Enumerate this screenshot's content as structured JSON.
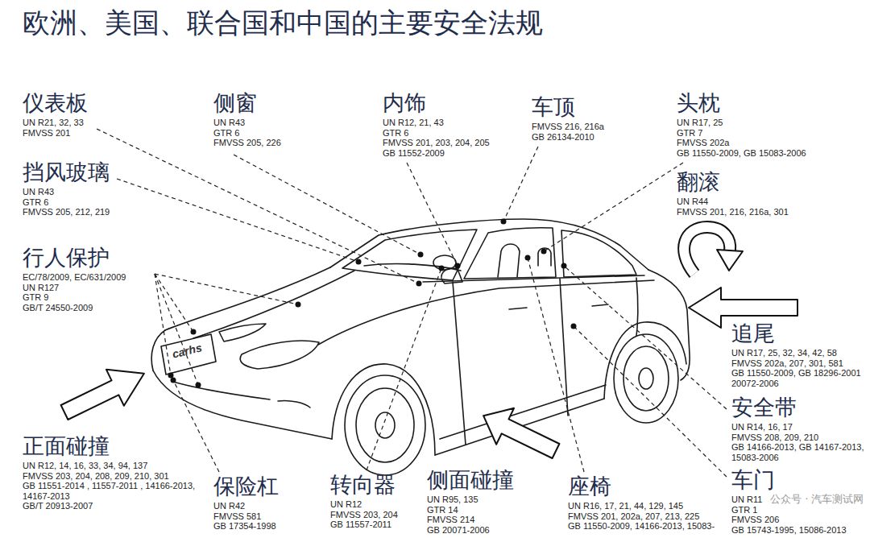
{
  "diagram": {
    "title": "欧洲、美国、联合国和中国的主要安全法规",
    "labels": [
      "仪表板",
      "UN R21, 32, 33",
      "FMVSS 201",
      "侧窗",
      "UN R43",
      "GTR 6",
      "FMVSS 205, 226",
      "内饰",
      "UN R12, 21, 43",
      "GTR 6",
      "FMVSS 201, 203, 204, 205",
      "GB 11552-2009",
      "车顶",
      "FMVSS 216, 216a",
      "GB 26134-2010",
      "头枕",
      "UN R17, 25",
      "GTR 7",
      "FMVSS 202a",
      "GB 11550-2009, GB 15083-2006",
      "挡风玻璃",
      "UN R43",
      "GTR 6",
      "FMVSS 205, 212, 219",
      "翻滚",
      "UN R44",
      "FMVSS 201, 216, 216a, 301",
      "行人保护",
      "EC/78/2009, EC/631/2009",
      "UN R127",
      "GTR 9",
      "GB/T 24550-2009",
      "carhs",
      "追尾",
      "UN R17, 25, 32, 34, 42, 58",
      "FMVSS 202a, 207, 301, 581",
      "GB 11550-2009, GB 18296-2001",
      "20072-2006",
      "安全带",
      "UN R14, 16, 17",
      "FMVSS 208, 209, 210",
      "GB 14166-2013, GB 14167-2013,",
      "15083-2006",
      "正面碰撞",
      "UN R12, 14, 16, 33, 34, 94, 137",
      "FMVSS 203, 204, 208, 209, 210, 301",
      "GB 11551-2014 , 11557-2011 , 14166-2013,",
      "14167-2013",
      "GB/T 20913-2007",
      "保险杠",
      "UN R42",
      "FMVSS 581",
      "GB 17354-1998",
      "转向器",
      "UN R12",
      "FMVSS 203, 204",
      "GB 11557-2011",
      "侧面碰撞",
      "UN R95, 135",
      "GTR 14",
      "FMVSS 214",
      "GB 20071-2006",
      "座椅",
      "UN R16, 17, 21, 44, 129, 145",
      "FMVSS 201, 202a, 207, 213, 225",
      "GB 11550-2009, 14166-2013, 15083-",
      "车门",
      "UN R11",
      "GTR 1",
      "FMVSS 206",
      "GB 15743-1995, 15086-2013",
      "公众号 · 汽车测试网"
    ]
  }
}
